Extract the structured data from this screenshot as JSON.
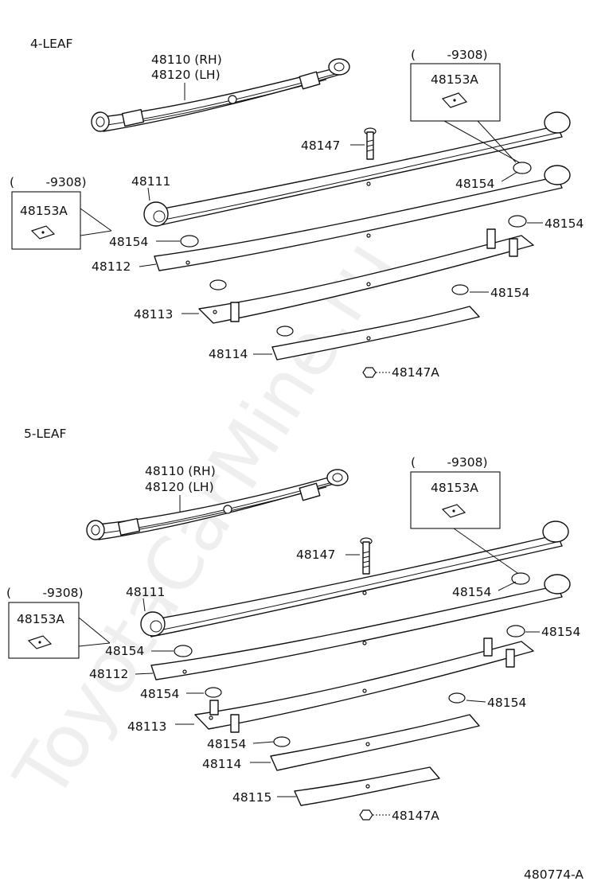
{
  "watermark": "ToyotaCarMine.ru",
  "figure_id": "480774-A",
  "sections": [
    {
      "title": "4-LEAF",
      "labels": {
        "main_rh": "48110 (RH)",
        "main_lh": "48120 (LH)",
        "bolt": "48147",
        "leaf_1": "48111",
        "leaf_2": "48112",
        "leaf_3": "48113",
        "leaf_4": "48114",
        "nut": "48147A",
        "pad_a": "48154",
        "pad_b": "48154",
        "pad_c": "48154",
        "pad_d": "48154",
        "range_left": "(        -9308)",
        "range_right": "(        -9308)",
        "insert_left": "48153A",
        "insert_right": "48153A"
      }
    },
    {
      "title": "5-LEAF",
      "labels": {
        "main_rh": "48110 (RH)",
        "main_lh": "48120 (LH)",
        "bolt": "48147",
        "leaf_1": "48111",
        "leaf_2": "48112",
        "leaf_3": "48113",
        "leaf_4": "48114",
        "leaf_5": "48115",
        "nut": "48147A",
        "pad_a": "48154",
        "pad_b": "48154",
        "pad_c": "48154",
        "pad_d": "48154",
        "pad_e": "48154",
        "pad_f": "48154",
        "range_left": "(        -9308)",
        "range_right": "(        -9308)",
        "insert_left": "48153A",
        "insert_right": "48153A"
      }
    }
  ]
}
